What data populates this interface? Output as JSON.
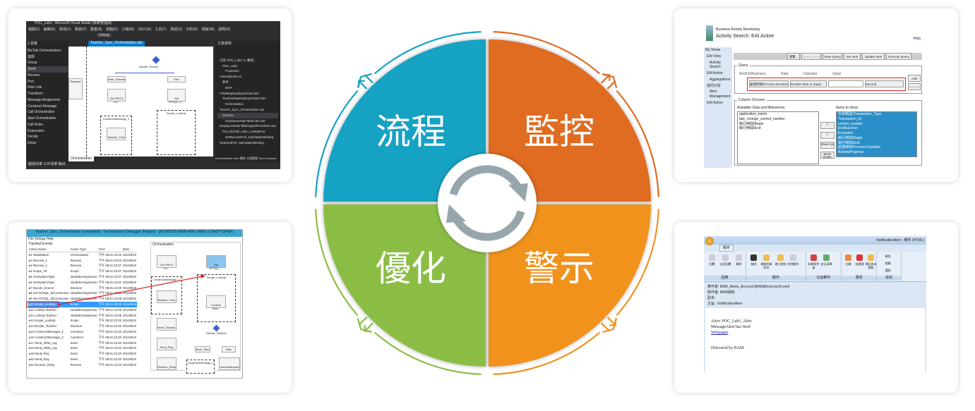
{
  "wheel": {
    "quadrants": [
      {
        "label": "流程",
        "color": "#14a2c3"
      },
      {
        "label": "監控",
        "color": "#e06c21"
      },
      {
        "label": "優化",
        "color": "#8bbd44"
      },
      {
        "label": "警示",
        "color": "#f0921e"
      }
    ],
    "center_icon": "refresh-cycle-icon",
    "center_icon_color": "#97a6ad"
  },
  "vs": {
    "title": "POC_Lab1 - Microsoft Visual Studio (系統管理員)",
    "menu": "檔案(F) 編輯(E) 檢視(V) 專案(P) 建置(B) 偵錯(D) 小組(M) XSLT(A) 工具(T) 測試(S) 分析(N) 視窗(W) 說明(H)",
    "debug_combo": "Debug",
    "doc_tab": "Teacher_Sync_Orchestration.odx",
    "toolbox_title": "工具箱",
    "toolbox": [
      "BizTalk Orchestrations",
      "指標",
      "Group",
      "Send",
      "Receive",
      "Port",
      "Role Link",
      "Transform",
      "Message Assignment",
      "Construct Message",
      "Call Orchestration",
      "Start Orchestration",
      "Call Rules",
      "Expression",
      "Decide",
      "Delay"
    ],
    "solution_title": "方案總管",
    "solution": [
      "方案 'POC_Lab1' (1 專案)",
      "POC_Lab1",
      "Properties",
      "AssemblyInfo.cs",
      "參考",
      "MAP",
      "CRMMapEmployeeOuter.btm",
      "TeacherMapEmployeeOuter.btm",
      "Orchestration",
      "Teacher_Sync_Orchestration.odx",
      "Schema",
      "EmployeeOuterTable.dbo.xsd",
      "EmployeeOuterTableTypedProcedure.xsd",
      "Port_BizTalk_Lab1_LookupPort",
      "NetReceivePort_SqlAdapterBinding",
      "NetSendPort_SqlAdapterBinding"
    ],
    "shapes": {
      "decide": "Decide_Source",
      "rule": "Rule_Teacher",
      "else": "Else",
      "get1": "Get SRCG Co...",
      "get2": "Get NTSQL_C...",
      "construct": "ConstructMessage_1",
      "scope": "Scope_LookUp",
      "teacher": "Teacher_Trea...",
      "port": "Request"
    },
    "bottom_tab": "Orchestration",
    "right_tabs": "Orchestration View  屬性  方案總管  Team Explorer",
    "status": "錯誤清單  工作清單  輸出"
  },
  "debugger": {
    "title": "Teacher_Sync_Orchestration (completed) - Orchestration Debugger (Replay) - {BC9A2529-6B08-4BFC-89A5-1C541F7C64BF}",
    "menu": [
      "File",
      "Debug",
      "Help"
    ],
    "left_pane": "Tracked Events",
    "right_pane": "Orchestration",
    "columns": [
      "Action Name",
      "Action Type",
      "Time",
      "Date"
    ],
    "rows": [
      [
        "Initialization",
        "Orchestration",
        "下午 08:41:22:03",
        "2014/9/10"
      ],
      [
        "Receive_1",
        "Receive",
        "下午 08:41:22:03",
        "2014/9/10"
      ],
      [
        "Receive_1",
        "Receive",
        "下午 08:41:22:07",
        "2014/9/10"
      ],
      [
        "Scope_All",
        "Scope",
        "下午 08:41:22:07",
        "2014/9/10"
      ],
      [
        "GetSystemType",
        "VariableAssignment",
        "下午 08:41:22:07",
        "2014/9/10"
      ],
      [
        "GetSystemType",
        "VariableAssignment",
        "下午 08:41:22:07",
        "2014/9/10"
      ],
      [
        "Decide_Source",
        "Decision",
        "下午 08:41:22:08",
        "2014/9/10"
      ],
      [
        "Get NTSQL_IDConnection",
        "VariableAssignment",
        "下午 08:41:22:08",
        "2014/9/10"
      ],
      [
        "Get NTSQL_IDConnection",
        "VariableAssignment",
        "下午 08:41:22:08",
        "2014/9/10"
      ],
      [
        "Scope_LookUp",
        "Scope",
        "下午 08:41:22:08",
        "2014/9/10"
      ],
      [
        "LookUp Teacher",
        "VariableAssignment",
        "下午 08:41:22:08",
        "2014/9/10"
      ],
      [
        "LookUp Teacher",
        "VariableAssignment",
        "下午 08:41:22:08",
        "2014/9/10"
      ],
      [
        "Scope_LookUp",
        "Scope",
        "下午 08:41:22:20",
        "2014/9/10"
      ],
      [
        "Decide_Teacher",
        "Decision",
        "下午 08:41:22:20",
        "2014/9/10"
      ],
      [
        "ConstructMessage_2",
        "Construct",
        "下午 08:41:22:20",
        "2014/9/10"
      ],
      [
        "ConstructMessage_2",
        "Construct",
        "下午 08:41:22:20",
        "2014/9/10"
      ],
      [
        "Send_SRM_Log",
        "Send",
        "下午 08:41:22:20",
        "2014/9/10"
      ],
      [
        "Send_SRM_Log",
        "Send",
        "下午 08:41:22:20",
        "2014/9/10"
      ],
      [
        "Send_Req",
        "Send",
        "下午 08:41:22:20",
        "2014/9/10"
      ],
      [
        "Send_Req",
        "Send",
        "下午 08:41:22:20",
        "2014/9/10"
      ],
      [
        "Receive_Resp",
        "Receive",
        "下午 08:41:22:20",
        "2014/9/10"
      ]
    ],
    "selected_row": 9,
    "shapes": {
      "get1": "Get SRCG Co...",
      "get2": "Get NTSQL_...",
      "construct": "ConstructMessage_1",
      "teacher": "Teacher_Trea...",
      "scope": "Scope_LookUp",
      "lookup": "LookUp Teac...",
      "decide": "Decide_Teacher",
      "send1": "Send_TeacAe...",
      "send2": "Send_Req",
      "recv": "Receive_Resp",
      "rule": "Rule_Teac",
      "else": "Else",
      "construct2": "ConstructMessage_2",
      "xform": "xformoutbound"
    },
    "highlight_color": "#e02020"
  },
  "bam": {
    "app": "Business Activity Monitoring",
    "title": "Activity Search: EAI Active",
    "help": "Help",
    "nav": [
      "My Views",
      "EAI View",
      "Activity Search",
      "EAI Active",
      "Aggregations",
      "協同分析",
      "Alert Management",
      "EAI Active"
    ],
    "buttons": [
      "瀏覽...",
      "Open Query",
      "Save Query",
      "Set Alert",
      "Update Alert",
      "Execute Query"
    ],
    "query_legend": "Query",
    "query_cols": [
      "And/Or",
      "Business Data",
      "Operator",
      "Value"
    ],
    "query_row": {
      "field": "處理時間(Process Duration",
      "operator": "Greater than or equal",
      "unit": "Second"
    },
    "add": "Add",
    "remove": "Remove",
    "chooser_legend": "Column Chooser",
    "available_label": "Available Data and Milestones:",
    "available": [
      "application_name",
      "late_change_control_number",
      "執行時間(Begin",
      "執行時間(End"
    ],
    "show_label": "Items to show:",
    "show": [
      "交易類型(Transaction_Type",
      "Transaction_Id",
      "control_number",
      "EndSuccess",
      "Exception",
      "執行時間(Begin",
      "執行時間(End",
      "處理時間(Process Duration",
      "ActivityProgress"
    ],
    "move": [
      ">",
      "<",
      "Move Up",
      "Move Down"
    ]
  },
  "outlook": {
    "window_title": "NotificationAlert - 郵件 (HTML)",
    "ribbon_tab": "郵件",
    "groups": [
      "回應",
      "動作",
      "垃圾郵件",
      "選項",
      "尋找"
    ],
    "ribbon_buttons": [
      "回覆",
      "全部回覆",
      "轉寄",
      "刪除",
      "移動到資料夾",
      "建立規則",
      "其他動作",
      "封鎖寄件者",
      "安全清單",
      "分類",
      "待處理",
      "標記為未讀取",
      "尋找",
      "相關",
      "選取"
    ],
    "from_label": "寄件者:",
    "from": "BAM_Alerts_Account [BAM@microsoft.com]",
    "to_label": "收件者:",
    "to": "BAM通知",
    "cc_label": "副本:",
    "cc": "",
    "subject_label": "主旨:",
    "subject": "NotificationAlert",
    "body": [
      "Alert: POC_Lab1_Alert",
      "MessageAlert has fired"
    ],
    "link": "Webpages",
    "footer": "Delivered by BAM."
  }
}
